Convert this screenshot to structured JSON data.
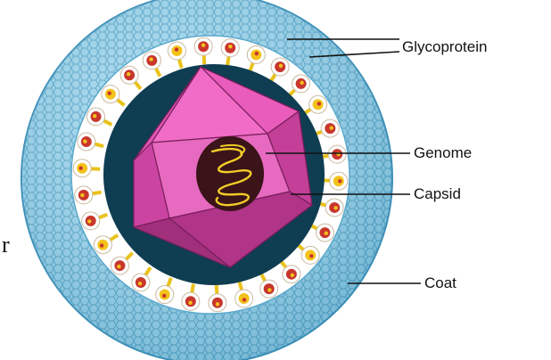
{
  "labels": {
    "glycoprotein": "Glycoprotein",
    "genome": "Genome",
    "capsid": "Capsid",
    "coat": "Coat"
  },
  "edge_text": "r",
  "colors": {
    "coat_fill": "#9fd6ec",
    "coat_mesh": "#4f9fc4",
    "lipid_layer": "#ffffff",
    "spike_stalk": "#e9c21a",
    "spike_head": "#ffffff",
    "spike_inner": "#c8362c",
    "spike_dot": "#f3c21b",
    "inner_space": "#0f3d52",
    "capsid_light": "#ea5cbc",
    "capsid_mid": "#d94aab",
    "capsid_dark": "#b03488",
    "capsid_edge": "#7a1f5c",
    "genome_fill": "#3a1418",
    "genome_strand": "#f2cc28",
    "leader": "#111111"
  }
}
